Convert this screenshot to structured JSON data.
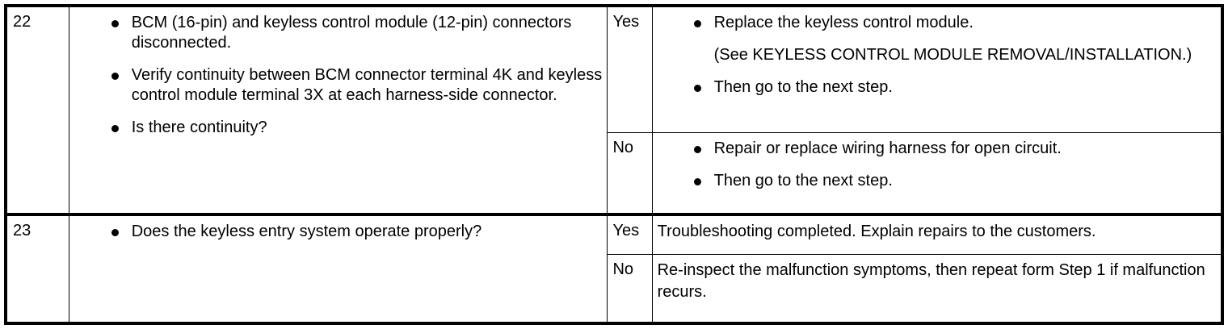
{
  "document": {
    "type": "troubleshooting-table",
    "column_headers_visible": false
  },
  "table": {
    "columns": [
      "step",
      "inspection",
      "answer",
      "action"
    ],
    "rows": [
      {
        "step": "22",
        "inspection": {
          "items": [
            {
              "bullet": true,
              "text": "BCM (16-pin) and keyless control module (12-pin) connectors disconnected."
            },
            {
              "bullet": true,
              "text": "Verify continuity between BCM connector terminal 4K and keyless control module terminal 3X at each harness-side connector."
            },
            {
              "bullet": true,
              "text": "Is there continuity?"
            }
          ]
        },
        "branches": [
          {
            "answer": "Yes",
            "items": [
              {
                "bullet": true,
                "text": "Replace the keyless control module."
              },
              {
                "bullet": false,
                "text": "(See KEYLESS CONTROL MODULE REMOVAL/INSTALLATION.)"
              },
              {
                "bullet": true,
                "text": "Then go to the next step."
              }
            ]
          },
          {
            "answer": "No",
            "items": [
              {
                "bullet": true,
                "text": "Repair or replace wiring harness for open circuit."
              },
              {
                "bullet": true,
                "text": "Then go to the next step."
              }
            ]
          }
        ]
      },
      {
        "step": "23",
        "inspection": {
          "items": [
            {
              "bullet": true,
              "text": "Does the keyless entry system operate properly?"
            }
          ]
        },
        "branches": [
          {
            "answer": "Yes",
            "plain": "Troubleshooting completed. Explain repairs to the customers."
          },
          {
            "answer": "No",
            "plain": "Re-inspect the malfunction symptoms, then repeat form Step 1 if malfunction recurs."
          }
        ]
      }
    ]
  },
  "colors": {
    "ink": "#000000",
    "paper": "#ffffff"
  }
}
